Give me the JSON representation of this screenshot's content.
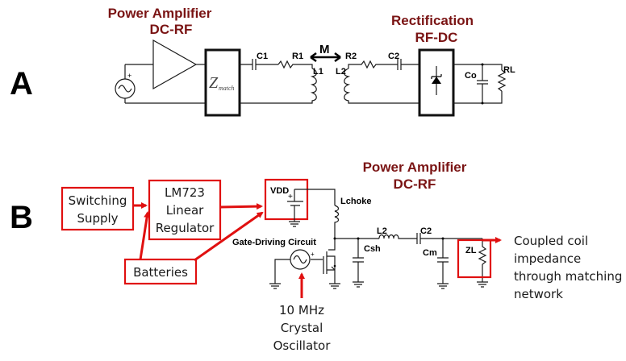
{
  "panel_a": {
    "label": "A",
    "pa_title_line1": "Power Amplifier",
    "pa_title_line2": "DC-RF",
    "rect_title_line1": "Rectification",
    "rect_title_line2": "RF-DC",
    "zmatch_main": "Z",
    "zmatch_sub": "match",
    "components": {
      "c1": "C1",
      "r1": "R1",
      "l1": "L1",
      "m": "M",
      "r2": "R2",
      "l2": "L2",
      "c2": "C2",
      "co": "Co",
      "rl": "RL"
    }
  },
  "panel_b": {
    "label": "B",
    "pa_title_line1": "Power Amplifier",
    "pa_title_line2": "DC-RF",
    "blocks": {
      "switching_supply_line1": "Switching",
      "switching_supply_line2": "Supply",
      "regulator_line1": "LM723",
      "regulator_line2": "Linear",
      "regulator_line3": "Regulator",
      "batteries": "Batteries"
    },
    "components": {
      "vdd": "VDD",
      "lchoke": "Lchoke",
      "gate_driving": "Gate-Driving Circuit",
      "csh": "Csh",
      "l2": "L2",
      "c2": "C2",
      "cm": "Cm",
      "zl": "ZL"
    },
    "oscillator_line1": "10 MHz",
    "oscillator_line2": "Crystal",
    "oscillator_line3": "Oscillator",
    "output_line1": "Coupled coil",
    "output_line2": "impedance",
    "output_line3": "through matching",
    "output_line4": "network"
  },
  "colors": {
    "title": "#7a1414",
    "highlight": "#e01010"
  }
}
